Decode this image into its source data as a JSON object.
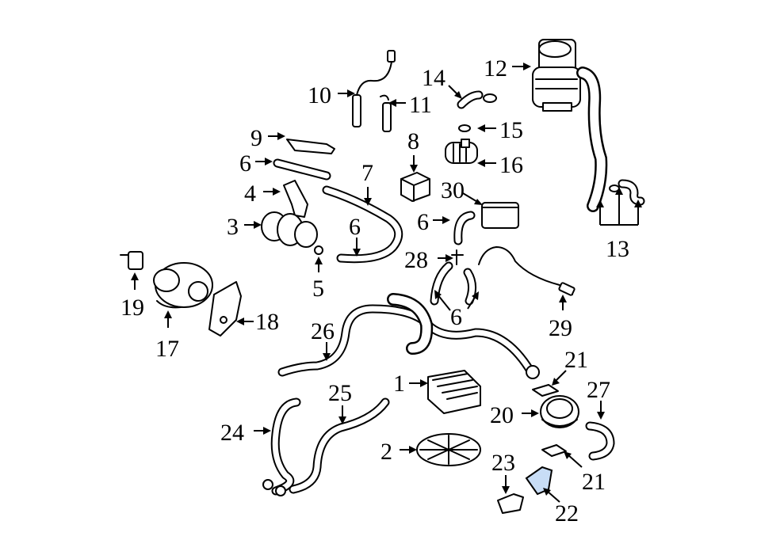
{
  "diagram": {
    "accent_color": "#c8ddf6",
    "callouts": {
      "c1": "1",
      "c2": "2",
      "c3": "3",
      "c4": "4",
      "c5": "5",
      "c6a": "6",
      "c6b": "6",
      "c6c": "6",
      "c6d": "6",
      "c7": "7",
      "c8": "8",
      "c9": "9",
      "c10": "10",
      "c11": "11",
      "c12": "12",
      "c13": "13",
      "c14": "14",
      "c15": "15",
      "c16": "16",
      "c17": "17",
      "c18": "18",
      "c19": "19",
      "c20": "20",
      "c21a": "21",
      "c21b": "21",
      "c22": "22",
      "c23": "23",
      "c24": "24",
      "c25": "25",
      "c26": "26",
      "c27": "27",
      "c28": "28",
      "c29": "29",
      "c30": "30"
    }
  }
}
